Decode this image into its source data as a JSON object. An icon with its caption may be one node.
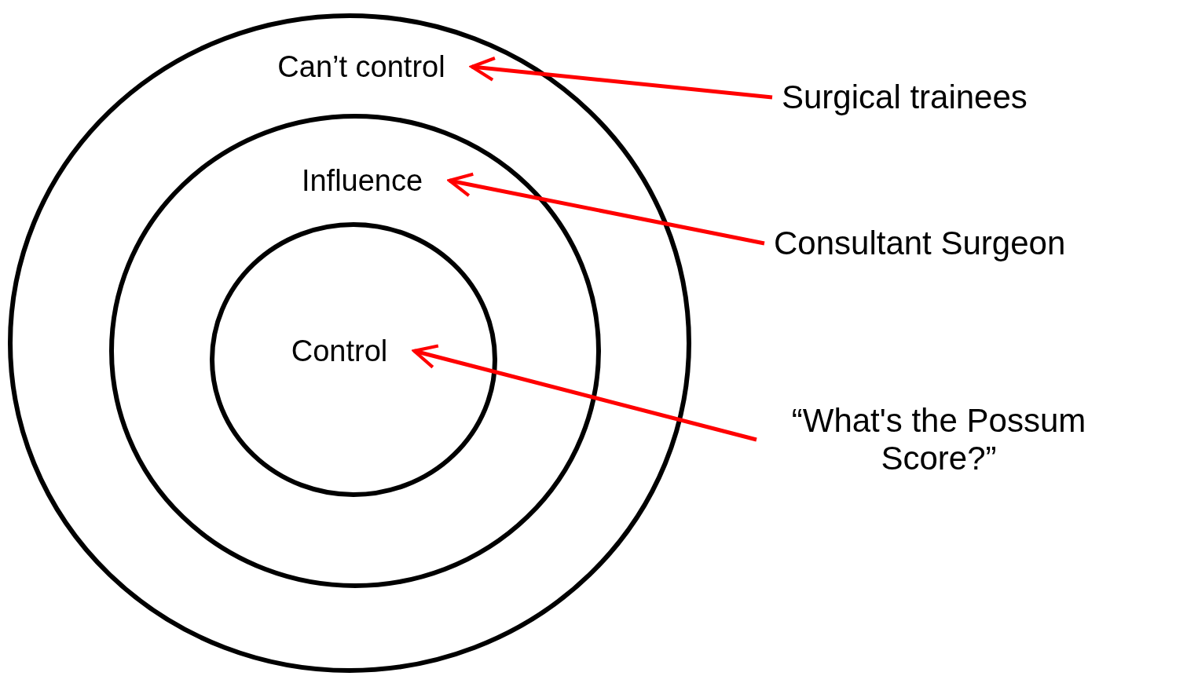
{
  "diagram": {
    "nodes": [
      {
        "text": [
          "Can’t control"
        ]
      },
      {
        "text": [
          "Influence"
        ],
        "in": 0
      },
      {
        "text": [
          "Control"
        ],
        "in": 1
      },
      {
        "text": [
          "Surgical trainees"
        ]
      },
      {
        "text": [
          "Consultant Surgeon"
        ]
      },
      {
        "text": [
          "“What's the Possum Score?”"
        ]
      }
    ],
    "edges": [
      {
        "from": 3,
        "to": 0,
        "arrow": "to"
      },
      {
        "from": 4,
        "to": 1,
        "arrow": "to"
      },
      {
        "from": 5,
        "to": 2,
        "arrow": "to"
      }
    ]
  }
}
